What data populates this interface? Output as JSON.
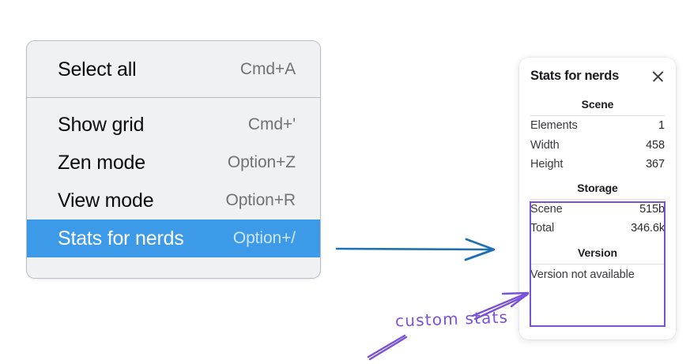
{
  "background_color": "#ffffff",
  "context_menu": {
    "name": "application-context-menu",
    "groups": [
      {
        "items": [
          {
            "label": "Select all",
            "shortcut": "Cmd+A",
            "selected": false
          }
        ]
      },
      {
        "items": [
          {
            "label": "Show grid",
            "shortcut": "Cmd+'",
            "selected": false
          },
          {
            "label": "Zen mode",
            "shortcut": "Option+Z",
            "selected": false
          },
          {
            "label": "View mode",
            "shortcut": "Option+R",
            "selected": false
          },
          {
            "label": "Stats for nerds",
            "shortcut": "Option+/",
            "selected": true
          }
        ]
      }
    ],
    "highlight_color": "#3d9ae8",
    "background_color": "#f0f1f3",
    "border_color": "#b9bec6"
  },
  "stats_panel": {
    "title": "Stats for nerds",
    "close_icon": "close-icon",
    "sections": [
      {
        "title": "Scene",
        "rows": [
          {
            "label": "Elements",
            "value": "1"
          },
          {
            "label": "Width",
            "value": "458"
          },
          {
            "label": "Height",
            "value": "367"
          }
        ]
      },
      {
        "title": "Storage",
        "rows": [
          {
            "label": "Scene",
            "value": "515b"
          },
          {
            "label": "Total",
            "value": "346.6k"
          }
        ]
      },
      {
        "title": "Version",
        "full_rows": [
          "Version not available"
        ]
      }
    ],
    "annotation_box_color": "#7a52d8"
  },
  "annotations": {
    "handwritten_label": "custom stats",
    "handwriting_color": "#7a52d8",
    "blue_arrow_color": "#1f6fb2"
  }
}
